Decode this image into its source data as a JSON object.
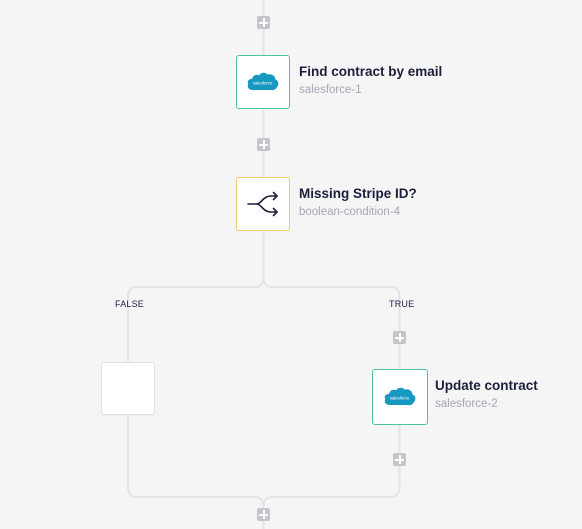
{
  "nodes": {
    "find_contract": {
      "title": "Find contract by email",
      "subtitle": "salesforce-1",
      "icon": "salesforce-icon",
      "logo_text": "salesforce"
    },
    "condition": {
      "title": "Missing Stripe ID?",
      "subtitle": "boolean-condition-4",
      "icon": "branch-split-icon"
    },
    "update_contract": {
      "title": "Update contract",
      "subtitle": "salesforce-2",
      "icon": "salesforce-icon",
      "logo_text": "salesforce"
    }
  },
  "branches": {
    "false_label": "FALSE",
    "true_label": "TRUE"
  },
  "colors": {
    "connector": "#e4e4e8",
    "salesforce_border": "#4fc3a1",
    "condition_border": "#f2cc6a",
    "salesforce_cloud": "#1798c1",
    "add_button": "#c4c4cc",
    "background": "#f5f5f6"
  }
}
